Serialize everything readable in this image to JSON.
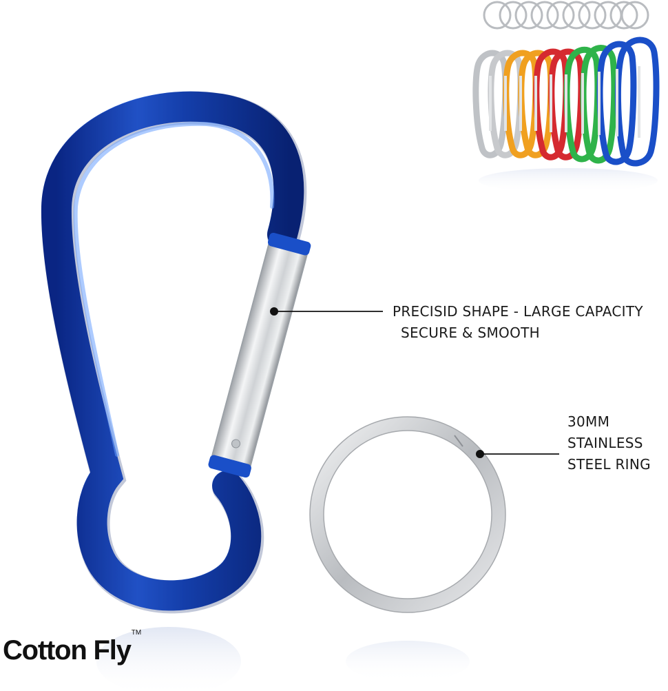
{
  "callouts": {
    "shape": {
      "line1": "PRECISID SHAPE - LARGE CAPACITY",
      "line2": "SECURE & SMOOTH"
    },
    "ring": {
      "line1": "30MM",
      "line2": "STAINLESS",
      "line3": "STEEL RING"
    }
  },
  "brand": {
    "name": "Cotton Fly",
    "trademark": "TM"
  },
  "colors": {
    "carabiner_blue": "#1a4fc8",
    "carabiner_dark": "#0a2a86",
    "gate_silver": "#d7d9dc",
    "ring_silver": "#c9cbce",
    "accent_orange": "#f0a020",
    "accent_red": "#d52a30",
    "accent_green": "#2fb34a"
  },
  "icons": {
    "main": "carabiner-icon",
    "ring": "key-ring-icon",
    "bundle": "carabiner-set-icon"
  }
}
